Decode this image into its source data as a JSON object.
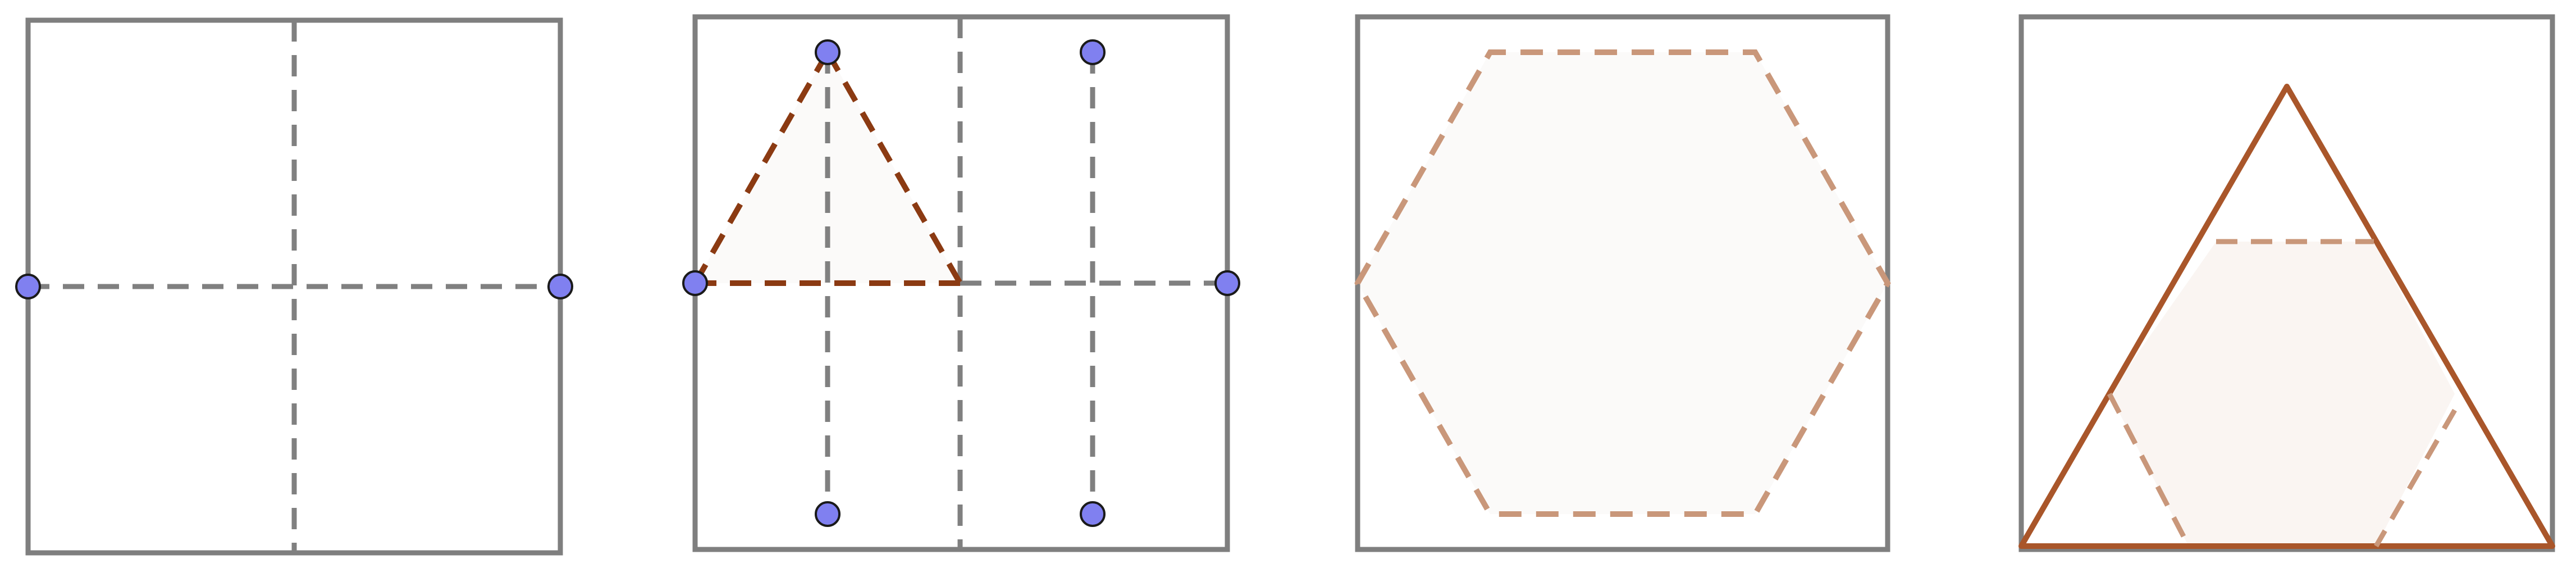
{
  "colors": {
    "square_edge": "#7f7f7f",
    "fold_line": "#808080",
    "point_fill": "#8080f0",
    "point_stroke": "#1a1a1a",
    "triangle_edge": "#8b3a12",
    "hexagon_edge": "#c9977a",
    "final_triangle_edge": "#a9562a",
    "final_hexagon_fill": "#faf5f2",
    "triangle_fill": "#fbfaf9"
  },
  "panels": [
    {
      "name": "panel-1-square-folded-in-half"
    },
    {
      "name": "panel-2-triangle-from-folds"
    },
    {
      "name": "panel-3-hexagon"
    },
    {
      "name": "panel-4-triangle-with-hexagon"
    }
  ]
}
